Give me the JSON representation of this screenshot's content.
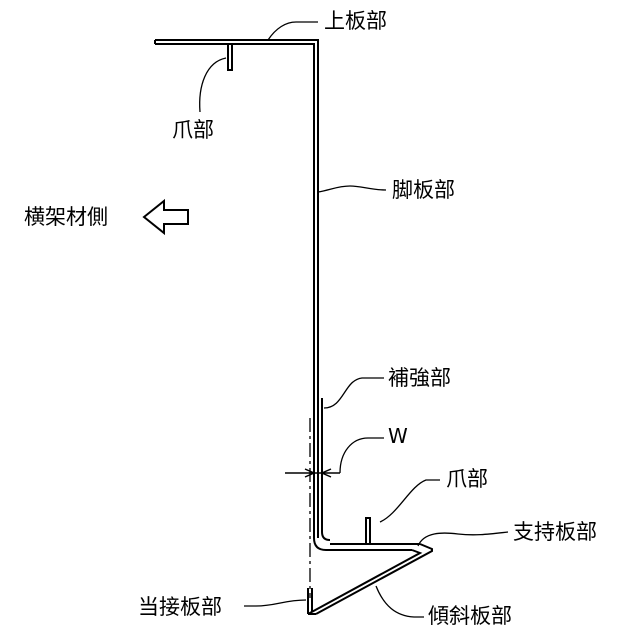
{
  "labels": {
    "upper_plate": "上板部",
    "claw_top": "爪部",
    "leg_plate": "脚板部",
    "cross_frame_side": "横架材側",
    "reinforcement": "補強部",
    "width_mark": "W",
    "claw_bottom": "爪部",
    "support_plate": "支持板部",
    "contact_plate": "当接板部",
    "inclined_plate": "傾斜板部"
  },
  "icons": {
    "direction_arrow": "left-outline-arrow-icon"
  },
  "colors": {
    "line": "#000000",
    "background": "#ffffff"
  }
}
